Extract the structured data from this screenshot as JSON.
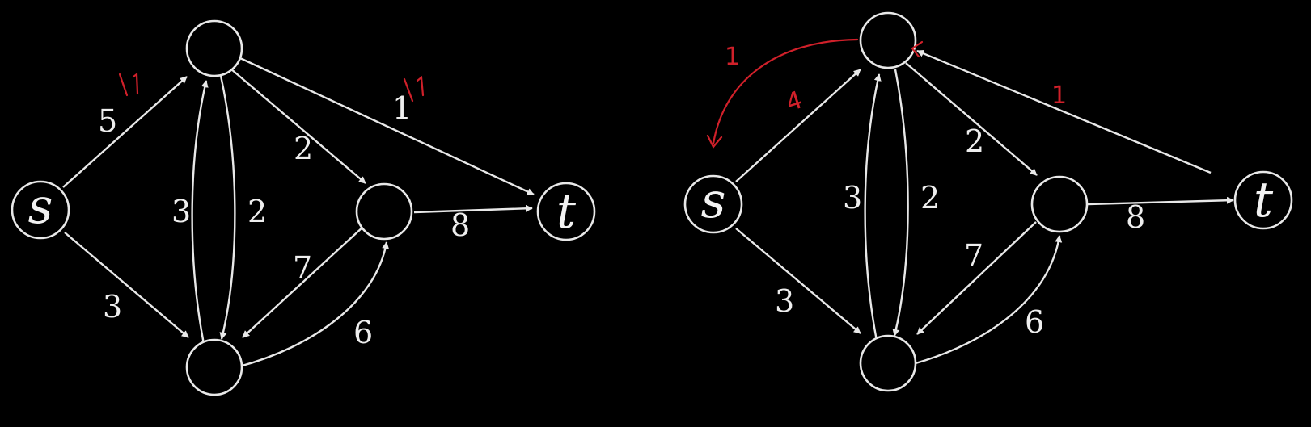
{
  "left_graph": {
    "nodes": {
      "source": "s",
      "sink": "t"
    },
    "capacities": {
      "s_top": "5",
      "s_bottom": "3",
      "top_bottom_left": "3",
      "top_bottom_right": "2",
      "top_middle": "2",
      "top_t": "1",
      "middle_bottom": "7",
      "bottom_middle": "6",
      "middle_t": "8"
    },
    "annotations": {
      "flow_s_top": "1",
      "flow_top_t": "1"
    }
  },
  "right_graph": {
    "nodes": {
      "source": "s",
      "sink": "t"
    },
    "capacities": {
      "s_top": "4",
      "s_bottom": "3",
      "top_bottom_left": "3",
      "top_bottom_right": "2",
      "top_middle": "2",
      "t_top": "1",
      "middle_bottom": "7",
      "bottom_middle": "6",
      "middle_t": "8"
    },
    "annotations": {
      "reverse_top_s": "1"
    }
  },
  "colors": {
    "background": "#000000",
    "stroke": "#e8e8e8",
    "annotation": "#d0202a"
  }
}
